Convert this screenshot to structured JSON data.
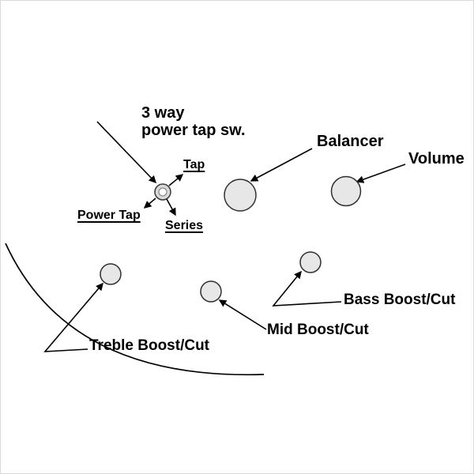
{
  "diagram": {
    "switch_label": {
      "line1": "3 way",
      "line2": "power tap sw."
    },
    "switch_positions": {
      "tap": "Tap",
      "power_tap": "Power Tap",
      "series": "Series"
    },
    "knob_labels": {
      "balancer": "Balancer",
      "volume": "Volume",
      "bass": "Bass Boost/Cut",
      "mid": "Mid Boost/Cut",
      "treble": "Treble Boost/Cut"
    },
    "colors": {
      "knob_fill": "#e7e7e7",
      "knob_stroke": "#2f2f2f",
      "line": "#000000",
      "text": "#000000",
      "background": "#ffffff"
    }
  }
}
